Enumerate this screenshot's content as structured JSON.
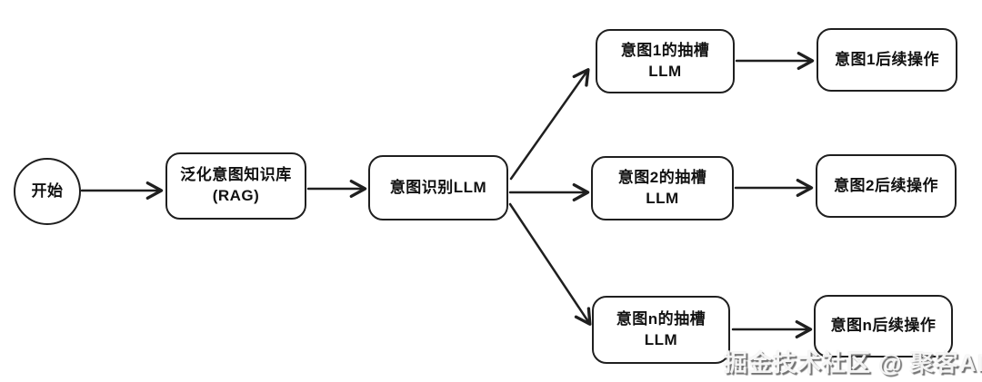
{
  "diagram": {
    "title_hint": "intent-routing-llm-flowchart",
    "colors": {
      "stroke": "#1f1f1f",
      "background": "#ffffff",
      "text": "#111111"
    },
    "nodes": {
      "start": {
        "label": "开始"
      },
      "rag": {
        "line1": "泛化意图知识库",
        "line2": "(RAG)"
      },
      "recognize": {
        "label": "意图识别LLM"
      },
      "slot1": {
        "line1": "意图1的抽槽",
        "line2": "LLM"
      },
      "follow1": {
        "label": "意图1后续操作"
      },
      "slot2": {
        "line1": "意图2的抽槽",
        "line2": "LLM"
      },
      "follow2": {
        "label": "意图2后续操作"
      },
      "slotn": {
        "line1": "意图n的抽槽",
        "line2": "LLM"
      },
      "follown": {
        "label": "意图n后续操作"
      }
    },
    "edges": [
      "start → rag",
      "rag → recognize",
      "recognize → slot1",
      "recognize → slot2",
      "recognize → slotn",
      "slot1 → follow1",
      "slot2 → follow2",
      "slotn → follown"
    ],
    "watermark": "掘金技术社区 @ 聚客AI"
  }
}
